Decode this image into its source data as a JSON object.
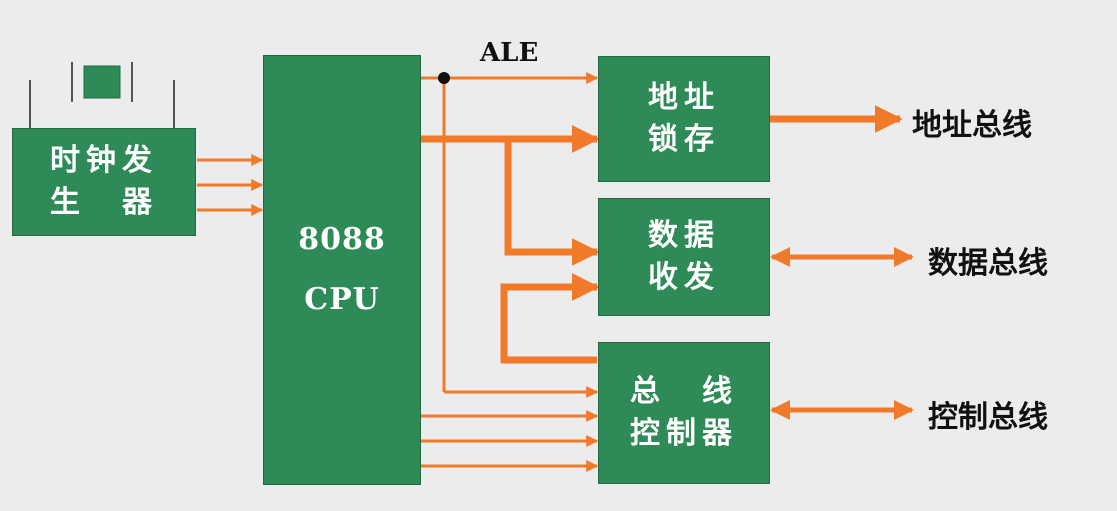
{
  "clock": {
    "lines": [
      "时钟发",
      "生　器"
    ]
  },
  "cpu": {
    "lines": [
      "8088",
      "CPU"
    ]
  },
  "address_latch": {
    "lines": [
      "地址",
      "锁存"
    ]
  },
  "data_transceiver": {
    "lines": [
      "数据",
      "收发"
    ]
  },
  "bus_controller": {
    "lines": [
      "总　线",
      "控制器"
    ]
  },
  "signals": {
    "ale": "ALE"
  },
  "buses": {
    "address": "地址总线",
    "data": "数据总线",
    "control": "控制总线"
  },
  "colors": {
    "block": "#2e8b57",
    "arrow": "#f07a2a",
    "background": "#ececec"
  }
}
